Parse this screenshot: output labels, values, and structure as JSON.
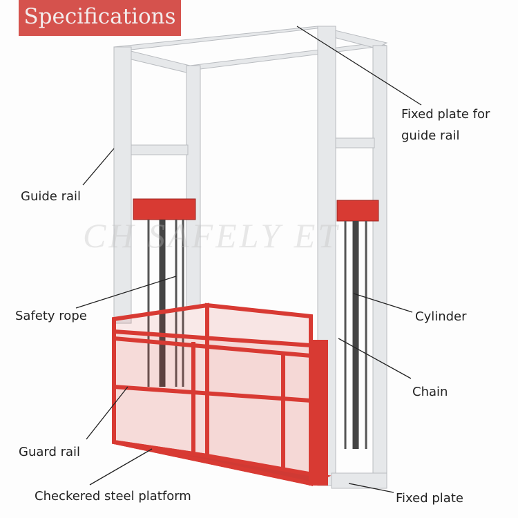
{
  "title": "Specifications",
  "watermark": "CH SAFELY ET",
  "colors": {
    "title_bg": "#d5524d",
    "frame": "#e4e6e8",
    "cage": "#d83a33"
  },
  "labels": {
    "fixed_plate_guide_rail_line1": "Fixed plate for",
    "fixed_plate_guide_rail_line2": "guide rail",
    "guide_rail": "Guide rail",
    "safety_rope": "Safety rope",
    "cylinder": "Cylinder",
    "chain": "Chain",
    "guard_rail": "Guard rail",
    "checkered_steel_platform": "Checkered steel platform",
    "fixed_plate": "Fixed plate"
  }
}
